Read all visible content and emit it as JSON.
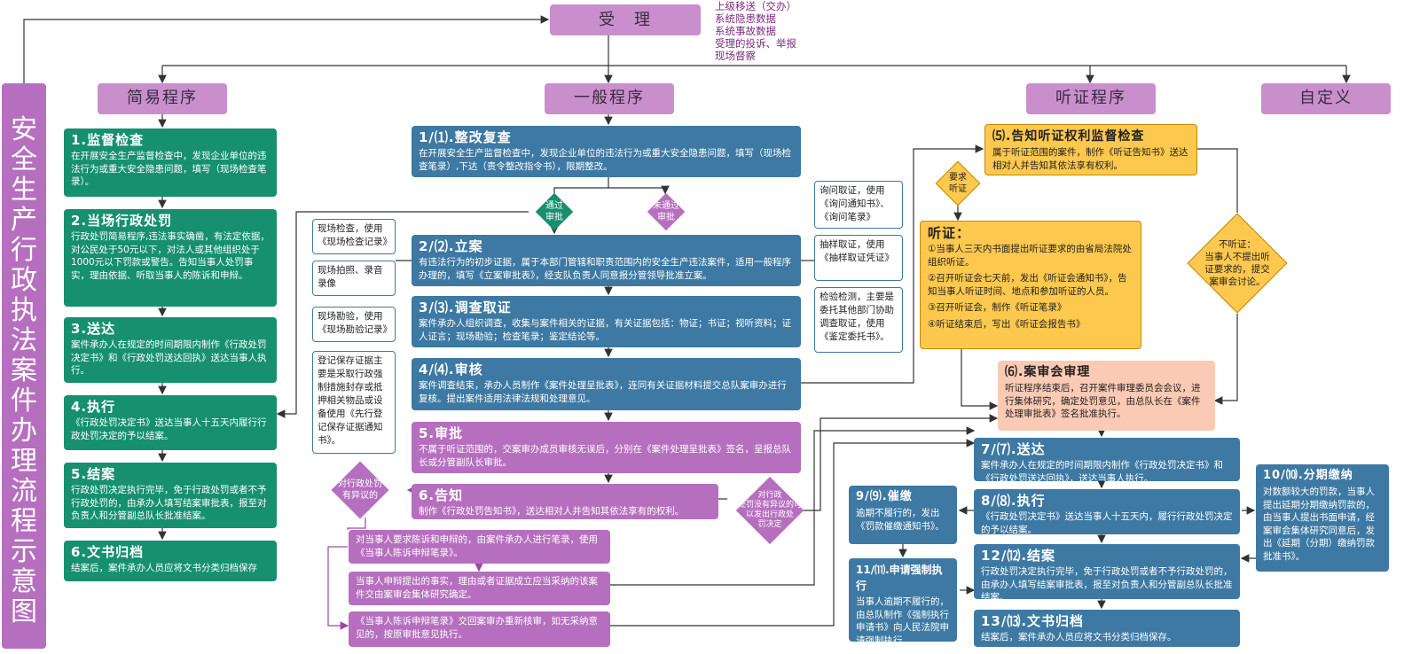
{
  "title": "安全生产行政执法案件办理流程示意图",
  "accept": {
    "label": "受　理",
    "sources": [
      "上级移送（交办）",
      "系统隐患数据",
      "系统事故数据",
      "受理的投诉、举报",
      "现场督察"
    ]
  },
  "branches": {
    "simple": "简易程序",
    "general": "一般程序",
    "hearing": "听证程序",
    "custom": "自定义"
  },
  "simple": [
    {
      "title": "1.监督检查",
      "desc": "在开展安全生产监督检查中，发现企业单位的违法行为或重大安全隐患问题，填写（现场检查笔录）。"
    },
    {
      "title": "2.当场行政处罚",
      "desc": "行政处罚简易程序,违法事实确凿，有法定依据，对公民处于50元以下，对法人或其他组织处于1000元以下罚款或警告。告知当事人处罚事实，理由依据、听取当事人的陈诉和申辩。"
    },
    {
      "title": "3.送达",
      "desc": "案件承办人在规定的时间期限内制作《行政处罚决定书》和《行政处罚送达回执》送达当事人执行。"
    },
    {
      "title": "4.执行",
      "desc": "《行政处罚决定书》送达当事人十五天内履行行政处罚决定的予以结案。"
    },
    {
      "title": "5.结案",
      "desc": "行政处罚决定执行完毕，免于行政处罚或者不予行政处罚的，由承办人填写结案审批表，报至对负责人和分管副总队长批准结案。"
    },
    {
      "title": "6.文书归档",
      "desc": "结案后，案件承办人员应将文书分类归档保存"
    }
  ],
  "general": [
    {
      "title": "1/⑴.整改复查",
      "desc": "在开展安全生产监督检查中，发现企业单位的违法行为或重大安全隐患问题，填写（现场检查笔录）,下达（责令整改指令书），限期整改。"
    },
    {
      "title": "2/⑵.立案",
      "desc": "有违法行为的初步证据，属于本部门管辖和职责范围内的安全生产违法案件，适用一般程序办理的，填写《立案审批表》，经支队负责人同意报分管领导批准立案。"
    },
    {
      "title": "3/⑶.调查取证",
      "desc": "案件承办人组织调查，收集与案件相关的证据，有关证据包括：物证；书证；视听资料；证人证言；现场勘验；检查笔录；鉴定结论等。"
    },
    {
      "title": "4/⑷.审核",
      "desc": "案件调查结束，承办人员制作《案件处理呈批表》，连同有关证据材料提交总队案审办进行复核。提出案件适用法律法规和处理意见。"
    },
    {
      "title": "5.审批",
      "desc": "不属于听证范围的，交案审办成员审核无误后，分别在《案件处理呈批表》签名，呈报总队长或分管副队长审批。"
    },
    {
      "title": "6.告知",
      "desc": "制作《行政处罚告知书》，送达相对人并告知其依法享有的权利。"
    }
  ],
  "decisions": {
    "pass": "通过\n审批",
    "fail": "未通过\n审批",
    "objection": "对行政处罚\n有异议的",
    "no_objection": "对行政\n处罚没有异议的可\n以发出行政处\n罚决定",
    "request": "要求\n听证",
    "no_hearing": "不听证：\n当事人不提出听\n证要求的，提交\n案审会讨论。"
  },
  "left_notes": [
    "现场检查，使用《现场检查记录》",
    "现场拍照、录音录像",
    "现场勘验，使用《现场勘验记录》",
    "登记保存证据主要是采取行政强制措施封存或抵押相关物品或设备使用《先行登记保存证据通知书》。"
  ],
  "right_notes": [
    "询问取证，使用《询问通知书》、《询问笔录》",
    "抽样取证，使用《抽样取证凭证》",
    "检验检测，主要是委托其他部门协助调查取证，使用《鉴定委托书》。"
  ],
  "objection_steps": [
    "对当事人要求陈诉和申辩的，由案件承办人进行笔录，使用《当事人陈诉申辩笔录》。",
    "当事人申辩提出的事实，理由或者证据成立应当采纳的该案件交由案审会集体研究确定。",
    "《当事人陈诉申辩笔录》交回案审办重新核审，如无采纳意见的，按原审批意见执行。"
  ],
  "hearing": {
    "notify": {
      "title": "⑸.告知听证权利监督检查",
      "desc": "属于听证范围的案件，制作《听证告知书》送达相对人并告知其依法享有权利。"
    },
    "box_title": "听证：",
    "items": [
      "①当事人三天内书面提出听证要求的由省局法院处组织听证。",
      "②召开听证会七天前，发出《听证会通知书》，告知当事人听证时间、地点和参加听证的人员。",
      "③召开听证会，制作《听证笔录》",
      "④听证结束后，写出《听证会报告书》"
    ],
    "review": {
      "title": "⑹.案审会审理",
      "desc": "听证程序结束后，召开案件审理委员会会议，进行集体研究，确定处罚意见，由总队长在《案件处理审批表》签名批准执行。"
    }
  },
  "final": [
    {
      "title": "7/⑺.送达",
      "desc": "案件承办人在规定的时间期限内制作《行政处罚决定书》和《行政处罚送达回执》，送达当事人执行。"
    },
    {
      "title": "8/⑻.执行",
      "desc": "《行政处罚决定书》送达当事人十五天内，履行行政处罚决定的予以结案。"
    },
    {
      "title": "12/⑿.结案",
      "desc": "行政处罚决定执行完毕，免于行政处罚或者不予行政处罚的，由承办人填写结案审批表，报至对负责人和分管副总队长批准结案。"
    },
    {
      "title": "13/⒀.文书归档",
      "desc": "结案后，案件承办人员应将文书分类归档保存。"
    }
  ],
  "urge": {
    "title": "9/⑼.催缴",
    "desc": "逾期不履行的，发出《罚款催缴通知书》。"
  },
  "enforce": {
    "title": "11/⑾.申请强制执行",
    "desc": "当事人逾期不履行的，由总队制作《强制执行申请书》向人民法院申请强制执行。"
  },
  "install": {
    "title": "10/⑽.分期缴纳",
    "desc": "对数额较大的罚款，当事人提出延期分期缴纳罚款的，由当事人提出书面申请，经案审会集体研究同意后，发出《延期（分期）缴纳罚款批准书》。"
  }
}
